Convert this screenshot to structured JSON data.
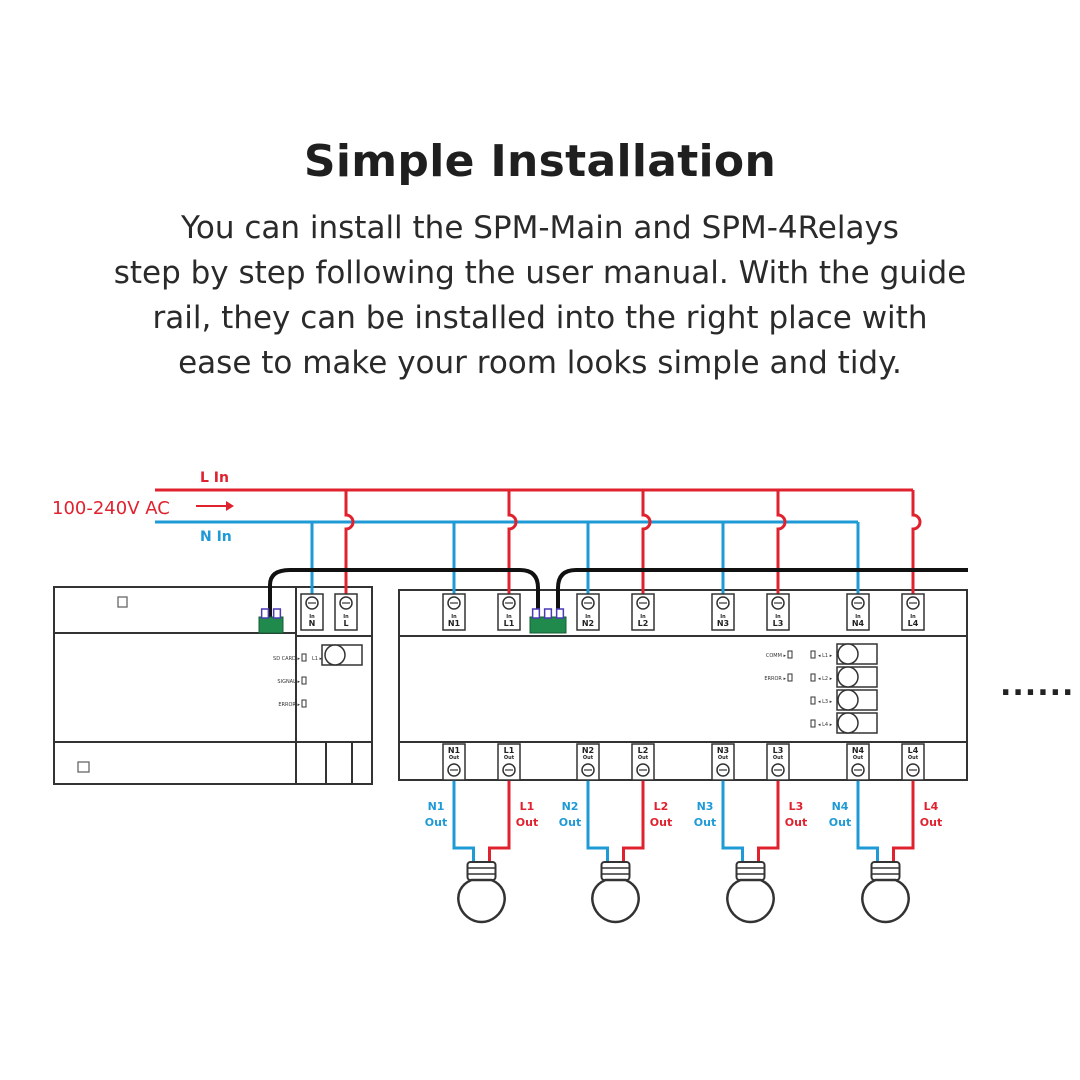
{
  "heading": "Simple Installation",
  "description_lines": [
    "You can install the SPM-Main and SPM-4Relays",
    "step by step following the user manual. With the guide",
    "rail, they can be installed into the right place with",
    "ease to make your room looks simple and tidy."
  ],
  "diagram": {
    "supply_label": "100-240V AC",
    "live_in_label": "L In",
    "neutral_in_label": "N In",
    "main_module": {
      "input_terminals": [
        {
          "top": "In",
          "bottom": "N"
        },
        {
          "top": "In",
          "bottom": "L"
        }
      ],
      "indicators": [
        "SD CARD",
        "SIGNAL",
        "ERROR"
      ],
      "button_label": "L1"
    },
    "relay_module": {
      "input_terminals": [
        {
          "top": "In",
          "bottom": "N1"
        },
        {
          "top": "In",
          "bottom": "L1"
        },
        {
          "top": "In",
          "bottom": "N2"
        },
        {
          "top": "In",
          "bottom": "L2"
        },
        {
          "top": "In",
          "bottom": "N3"
        },
        {
          "top": "In",
          "bottom": "L3"
        },
        {
          "top": "In",
          "bottom": "N4"
        },
        {
          "top": "In",
          "bottom": "L4"
        }
      ],
      "output_terminals": [
        {
          "top": "N1",
          "bottom": "Out"
        },
        {
          "top": "L1",
          "bottom": "Out"
        },
        {
          "top": "N2",
          "bottom": "Out"
        },
        {
          "top": "L2",
          "bottom": "Out"
        },
        {
          "top": "N3",
          "bottom": "Out"
        },
        {
          "top": "L3",
          "bottom": "Out"
        },
        {
          "top": "N4",
          "bottom": "Out"
        },
        {
          "top": "L4",
          "bottom": "Out"
        }
      ],
      "status_indicators": [
        "COMM",
        "ERROR"
      ],
      "channel_indicators": [
        "L1",
        "L2",
        "L3",
        "L4"
      ]
    },
    "output_labels": [
      {
        "name": "N1",
        "suffix": "Out",
        "color": "#1e9ad6"
      },
      {
        "name": "L1",
        "suffix": "Out",
        "color": "#e0222f"
      },
      {
        "name": "N2",
        "suffix": "Out",
        "color": "#1e9ad6"
      },
      {
        "name": "L2",
        "suffix": "Out",
        "color": "#e0222f"
      },
      {
        "name": "N3",
        "suffix": "Out",
        "color": "#1e9ad6"
      },
      {
        "name": "L3",
        "suffix": "Out",
        "color": "#e0222f"
      },
      {
        "name": "N4",
        "suffix": "Out",
        "color": "#1e9ad6"
      },
      {
        "name": "L4",
        "suffix": "Out",
        "color": "#e0222f"
      }
    ],
    "more_indicator": "......",
    "colors": {
      "live": "#e0222f",
      "neutral": "#1e9ad6",
      "outline": "#333333",
      "connector": "#1f8a4c",
      "cable": "#111111"
    }
  }
}
